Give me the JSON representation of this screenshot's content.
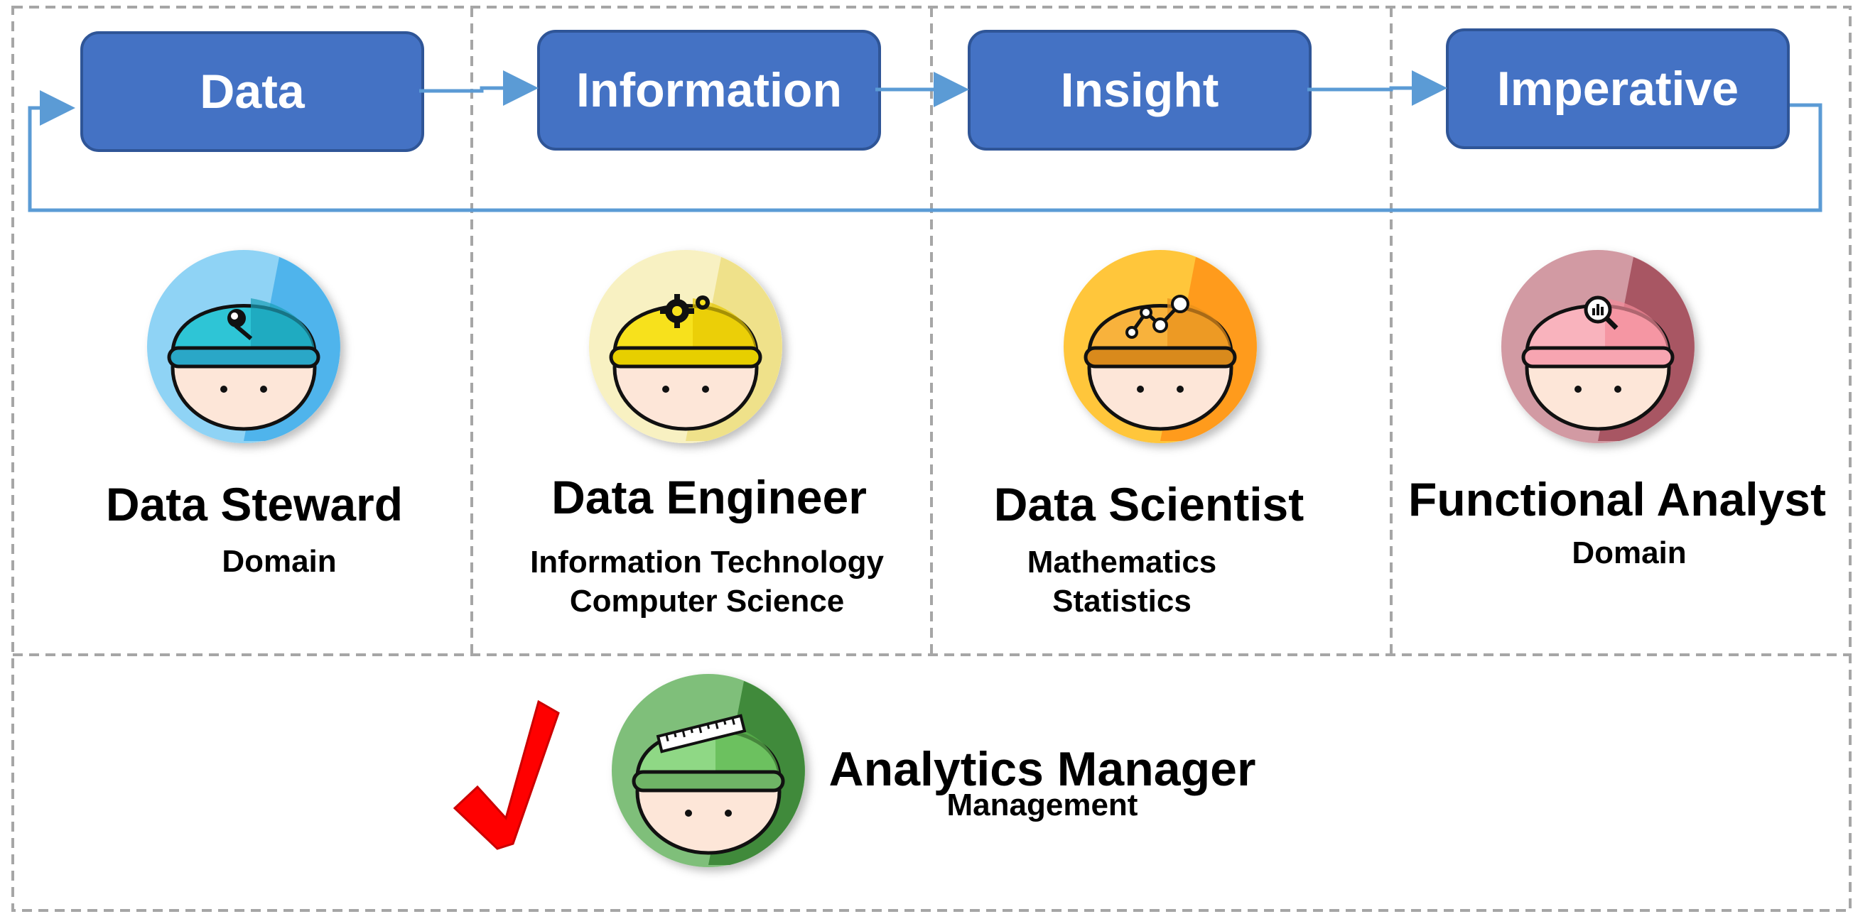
{
  "flow": {
    "steps": [
      {
        "label": "Data",
        "color": "#4472C4"
      },
      {
        "label": "Information",
        "color": "#4472C4"
      },
      {
        "label": "Insight",
        "color": "#4472C4"
      },
      {
        "label": "Imperative",
        "color": "#4472C4"
      }
    ],
    "arrow_color": "#5B9BD5"
  },
  "roles": [
    {
      "title": "Data Steward",
      "subtitle_lines": [
        "Domain"
      ],
      "icon": "key-icon",
      "badge_colors": [
        "#8fd3f5",
        "#4fb4ec"
      ],
      "helmet_colors": [
        "#2ec5d6",
        "#1a9fb8"
      ]
    },
    {
      "title": "Data Engineer",
      "subtitle_lines": [
        "Information Technology",
        "Computer Science"
      ],
      "icon": "gears-icon",
      "badge_colors": [
        "#f8f1c2",
        "#efe18a"
      ],
      "helmet_colors": [
        "#f7e11c",
        "#e6c700"
      ]
    },
    {
      "title": "Data Scientist",
      "subtitle_lines": [
        "Mathematics",
        "Statistics"
      ],
      "icon": "line-chart-icon",
      "badge_colors": [
        "#ffc63a",
        "#ff9b1e"
      ],
      "helmet_colors": [
        "#f8b23c",
        "#e8901a"
      ]
    },
    {
      "title": "Functional Analyst",
      "subtitle_lines": [
        "Domain"
      ],
      "icon": "magnifier-chart-icon",
      "badge_colors": [
        "#d29aa3",
        "#a85664"
      ],
      "helmet_colors": [
        "#f9b3bd",
        "#f48a99"
      ]
    }
  ],
  "manager": {
    "title": "Analytics Manager",
    "subtitle": "Management",
    "icon": "ruler-icon",
    "badge_colors": [
      "#7fbf7a",
      "#3f8a3b"
    ],
    "helmet_colors": [
      "#8fd885",
      "#5cb84f"
    ],
    "checkmark_color": "#ff0000"
  }
}
